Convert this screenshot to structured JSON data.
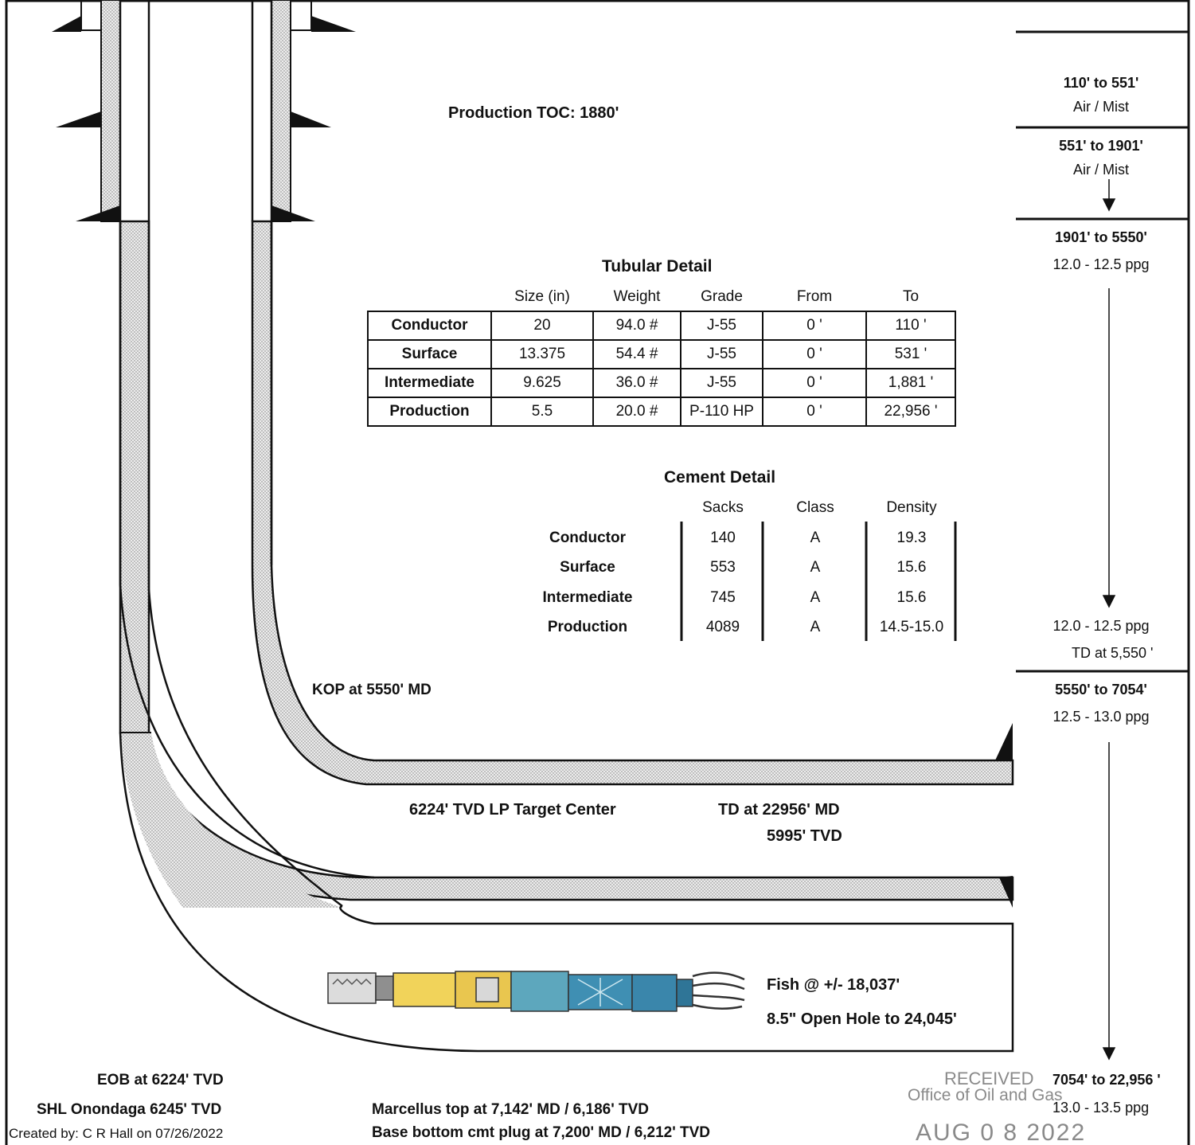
{
  "production_toc": "Production TOC:  1880'",
  "tubular": {
    "title": "Tubular Detail",
    "headers": [
      "Size (in)",
      "Weight",
      "Grade",
      "From",
      "To"
    ],
    "rows": [
      {
        "name": "Conductor",
        "size": "20",
        "weight": "94.0 #",
        "grade": "J-55",
        "from": "0 '",
        "to": "110 '"
      },
      {
        "name": "Surface",
        "size": "13.375",
        "weight": "54.4 #",
        "grade": "J-55",
        "from": "0 '",
        "to": "531 '"
      },
      {
        "name": "Intermediate",
        "size": "9.625",
        "weight": "36.0 #",
        "grade": "J-55",
        "from": "0 '",
        "to": "1,881 '"
      },
      {
        "name": "Production",
        "size": "5.5",
        "weight": "20.0 #",
        "grade": "P-110 HP",
        "from": "0 '",
        "to": "22,956 '"
      }
    ]
  },
  "cement": {
    "title": "Cement Detail",
    "headers": [
      "Sacks",
      "Class",
      "Density"
    ],
    "rows": [
      {
        "name": "Conductor",
        "sacks": "140",
        "class": "A",
        "density": "19.3"
      },
      {
        "name": "Surface",
        "sacks": "553",
        "class": "A",
        "density": "15.6"
      },
      {
        "name": "Intermediate",
        "sacks": "745",
        "class": "A",
        "density": "15.6"
      },
      {
        "name": "Production",
        "sacks": "4089",
        "class": "A",
        "density": "14.5-15.0"
      }
    ]
  },
  "mud_program": [
    {
      "range": "110' to  551'",
      "weight": "Air / Mist"
    },
    {
      "range": "551' to  1901'",
      "weight": "Air / Mist"
    },
    {
      "range": "1901' to  5550'",
      "weight": "12.0 - 12.5 ppg",
      "weight_end": "12.0 - 12.5 ppg",
      "td": "TD at  5,550 '"
    },
    {
      "range": "5550' to  7054'",
      "weight": "12.5 - 13.0 ppg"
    },
    {
      "range": "7054' to  22,956 '",
      "weight": "13.0  - 13.5 ppg"
    }
  ],
  "labels": {
    "kop": "KOP at  5550'  MD",
    "lp_target": "6224' TVD  LP Target Center",
    "td_md": "TD at  22956' MD",
    "td_tvd": "5995' TVD",
    "fish": "Fish @ +/- 18,037'",
    "open_hole": "8.5\" Open Hole to 24,045'",
    "eob": "EOB at  6224' TVD",
    "shl": "SHL Onondaga  6245' TVD",
    "created": "Created by: C R Hall on 07/26/2022",
    "marcellus": "Marcellus top at 7,142' MD / 6,186' TVD",
    "base_plug": "Base bottom cmt plug at 7,200' MD / 6,212' TVD"
  },
  "stamp": {
    "line1": "RECEIVED",
    "line2": "Office of Oil and Gas",
    "line3": "AUG 0 8 2022"
  },
  "colors": {
    "line": "#111111",
    "cement_fill": "#e4e4e4",
    "fish_yellow": "#f1d35a",
    "fish_teal": "#5da7bd",
    "fish_blue": "#3f8fb3",
    "stamp": "#8a8a8a"
  }
}
